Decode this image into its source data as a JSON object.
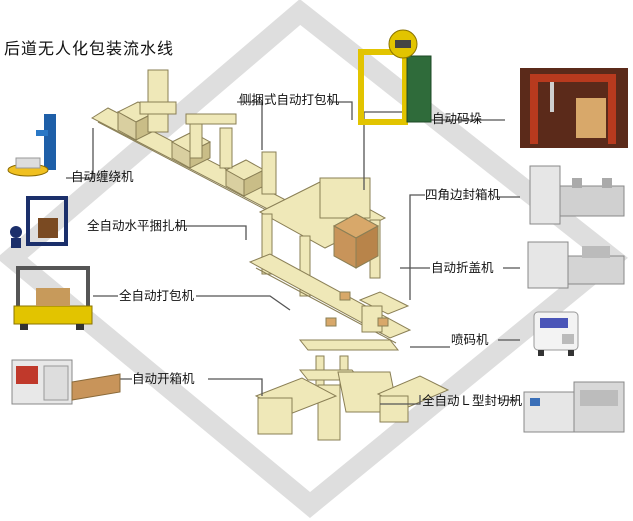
{
  "title": "后道无人化包装流水线",
  "labels": {
    "side_strapping": "侧捆式自动打包机",
    "auto_palletizing": "自动码垛",
    "auto_winding": "自动缠绕机",
    "four_corner_sealer": "四角边封箱机",
    "horizontal_strapping": "全自动水平捆扎机",
    "auto_lid_folding": "自动折盖机",
    "auto_packing": "全自动打包机",
    "inkjet_printer": "喷码机",
    "auto_box_opening": "自动开箱机",
    "l_sealing": "全自动Ｌ型封切机"
  },
  "colors": {
    "machine_fill": "#efe8b8",
    "machine_stroke": "#8a7f55",
    "connector": "#555555",
    "background_frame": "#dedede",
    "strapper_frame": "#e2c400",
    "stretch_wrapper": "#1e5fa8",
    "palletizer": "#b83a1e"
  }
}
